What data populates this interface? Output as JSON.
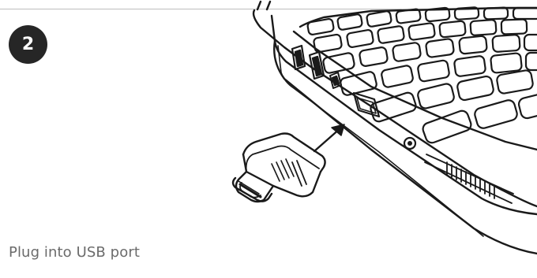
{
  "step": {
    "number": "2"
  },
  "caption": {
    "text": "Plug into USB port"
  },
  "illustration": {
    "subject": "laptop-with-usb-drive",
    "line_color": "#1a1a1a",
    "background_color": "#ffffff"
  },
  "theme": {
    "badge_color": "#262626",
    "badge_text_color": "#ffffff",
    "caption_color": "#6b6b6b",
    "rule_color": "#bdbdbd"
  }
}
